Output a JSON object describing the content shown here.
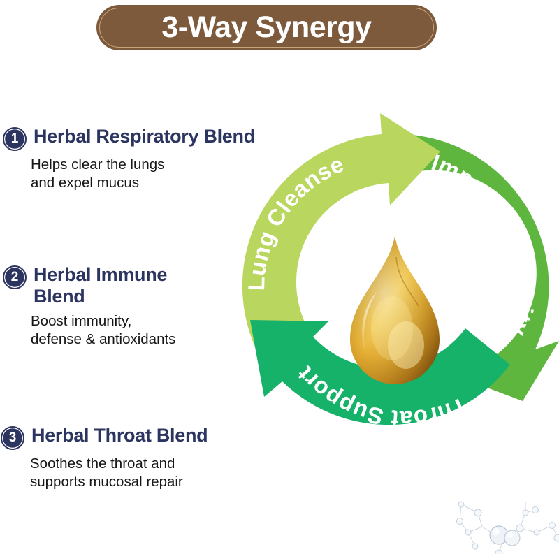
{
  "header": {
    "title": "3-Way Synergy",
    "pill_color": "#7d5a3c",
    "pill_border_color": "#c9a77c",
    "text_color": "#ffffff"
  },
  "theme": {
    "heading_color": "#2c3560",
    "body_color": "#161616",
    "background": "#ffffff"
  },
  "features": [
    {
      "number": "1",
      "title": "Herbal Respiratory Blend",
      "desc_line1": "Helps clear the lungs",
      "desc_line2": "and expel mucus"
    },
    {
      "number": "2",
      "title_line1": "Herbal Immune",
      "title_line2": "Blend",
      "desc_line1": "Boost immunity,",
      "desc_line2": "defense & antioxidants"
    },
    {
      "number": "3",
      "title": "Herbal Throat Blend",
      "desc_line1": "Soothes the throat and",
      "desc_line2": "supports mucosal repair"
    }
  ],
  "cycle": {
    "segments": [
      {
        "label": "Lung Cleanse",
        "color": "#b9d65e",
        "icon": "curved-arrow-icon"
      },
      {
        "label": "Improve immunity",
        "color": "#5fb63f",
        "icon": "curved-arrow-icon"
      },
      {
        "label": "Throat Support",
        "color": "#17b26a",
        "icon": "curved-arrow-icon"
      }
    ],
    "center_graphic": "oil-droplet-icon"
  },
  "decoration": {
    "molecule": "molecule-network-icon",
    "molecule_color": "#b9c4d4"
  }
}
